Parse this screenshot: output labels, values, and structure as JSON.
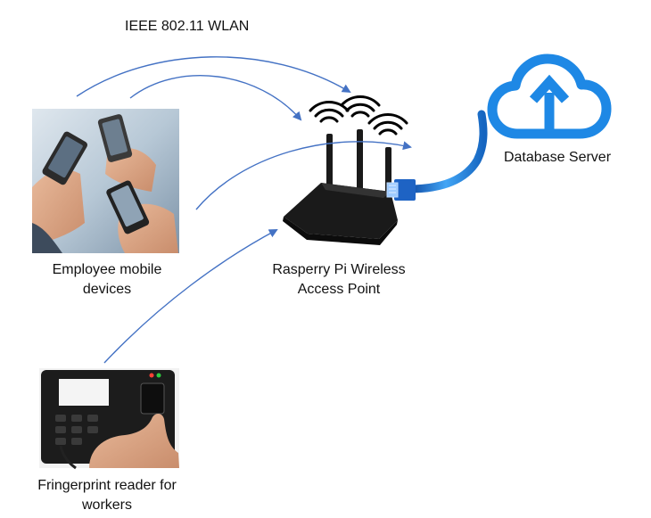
{
  "diagram": {
    "protocol_label": "IEEE 802.11 WLAN",
    "nodes": {
      "employee_devices": {
        "label_line1": "Employee mobile",
        "label_line2": "devices"
      },
      "access_point": {
        "label_line1": "Rasperry Pi Wireless",
        "label_line2": "Access Point"
      },
      "database_server": {
        "label": "Database Server"
      },
      "fingerprint_reader": {
        "label_line1": "Fringerprint reader for",
        "label_line2": "workers"
      }
    },
    "colors": {
      "arrow": "#4472C4",
      "cloud_icon": "#1E88E5",
      "cable": "#1565C0",
      "router": "#1a1a1a"
    }
  }
}
